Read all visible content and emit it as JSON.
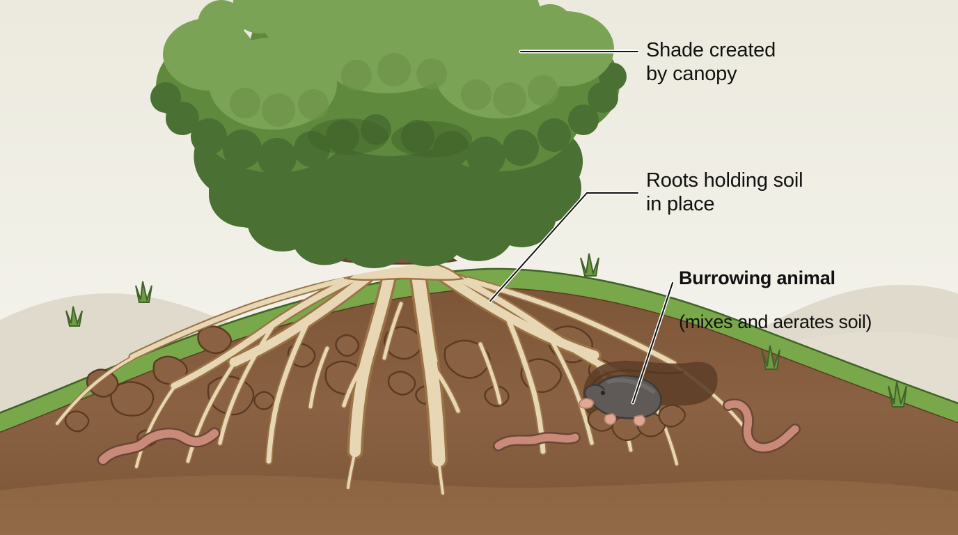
{
  "illustration": {
    "title": "Soil conservation cross-section",
    "subject": "tree on a hill with roots, burrowing mole and earthworms in soil"
  },
  "labels": {
    "shade": {
      "text": "Shade created\nby canopy",
      "weight": "regular"
    },
    "roots": {
      "text": "Roots holding soil\nin place",
      "weight": "regular"
    },
    "burrow_title": {
      "text": "Burrowing animal",
      "weight": "bold"
    },
    "burrow_sub": {
      "text": "(mixes and aerates soil)",
      "weight": "regular"
    }
  },
  "colors": {
    "sky_top": "#eceade",
    "sky_bottom": "#f5f4ef",
    "hill_far": "#ddd8c9",
    "grass_light": "#79a84a",
    "grass_dark": "#4f7a31",
    "grass_outline": "#3f6328",
    "soil_top": "#7a5336",
    "soil_mid": "#8a6243",
    "soil_deep": "#6d4a2f",
    "subsoil": "#8e6443",
    "rock": "#8b6143",
    "rock_outline": "#5c3a22",
    "root_fill": "#ddc7a0",
    "root_light": "#efe0c2",
    "root_outline": "#9a7447",
    "trunk": "#8a6343",
    "trunk_dark": "#6b4a2e",
    "trunk_light": "#a07a54",
    "canopy_dark": "#4a7033",
    "canopy_mid": "#5f8a3e",
    "canopy_light": "#7ba356",
    "mole_body": "#5f5a57",
    "mole_dark": "#4a4542",
    "mole_pink": "#e0a795",
    "worm": "#c98a79",
    "worm_outline": "#6b4636",
    "leader_line": "#111111",
    "label_text": "#111111"
  },
  "elements": {
    "tree": "tree-canopy-and-trunk",
    "roots": "root-system",
    "mole": "burrowing-mole",
    "worms": [
      "earthworm-left",
      "earthworm-center",
      "earthworm-right"
    ],
    "rocks": "soil-rocks",
    "grass": "grass-layer",
    "hills": "background-hills"
  }
}
